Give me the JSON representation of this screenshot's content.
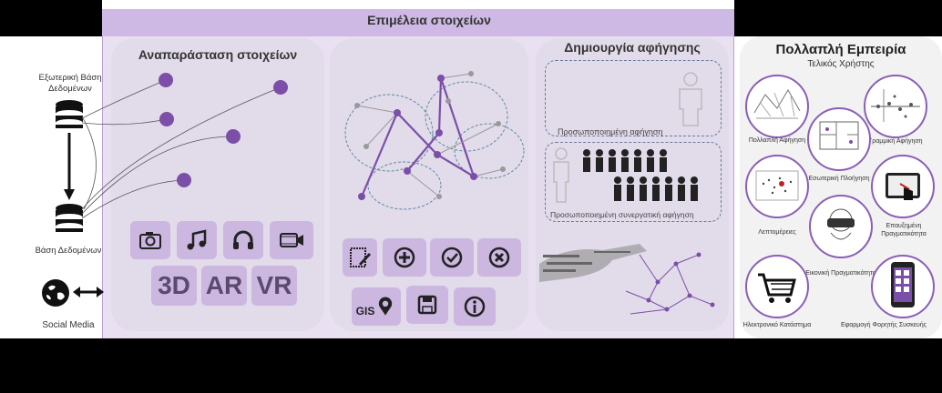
{
  "left": {
    "external_db": "Εξωτερική Βάση Δεδομένων",
    "database": "Βάση Δεδομένων",
    "social_media": "Social Media"
  },
  "panels": {
    "representation": {
      "title": "Αναπαράσταση στοιχείων",
      "icons": [
        "camera-icon",
        "music-note-icon",
        "headphones-icon",
        "video-camera-icon"
      ],
      "big_labels": [
        "3D",
        "AR",
        "VR"
      ]
    },
    "editing": {
      "title": "Επιμέλεια στοιχείων",
      "icons": [
        "edit-note-icon",
        "plus-circle-icon",
        "check-circle-icon",
        "close-circle-icon",
        "gis-pin-icon",
        "save-icon",
        "info-icon"
      ],
      "gis_label": "GIS"
    },
    "narrative": {
      "title": "Δημιουργία αφήγησης",
      "personal": "Προσωποποιημένη αφήγηση",
      "collaborative": "Προσωποποιημένη συνεργατική αφήγηση"
    }
  },
  "experience": {
    "title": "Πολλαπλή Εμπειρία",
    "subtitle": "Τελικός Χρήστης",
    "items": [
      "Πολλαπλή Αφήγηση",
      "Γραμμική Αφήγηση",
      "Εσωτερική Πλοήγηση",
      "Λεπτομέρειες",
      "Επαυξημένη Πραγματικότητα",
      "Εικονική Πραγματικότητα",
      "Ηλεκτρονικό Κατάστημα",
      "Εφαρμογή Φορητής Συσκευής"
    ]
  },
  "colors": {
    "accent": "#7b4fa8",
    "panel": "#e2dbea",
    "header": "#cdb9e3",
    "node": "#7b4fa8"
  }
}
